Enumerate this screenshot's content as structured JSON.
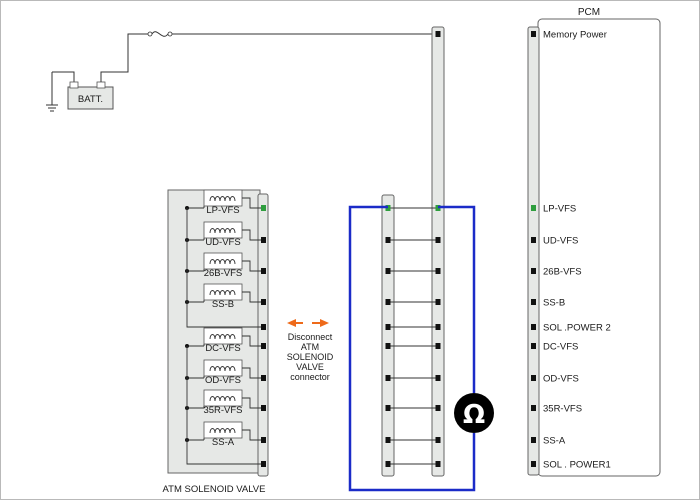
{
  "pcm": {
    "title": "PCM",
    "pins": [
      "Memory Power",
      "LP-VFS",
      "UD-VFS",
      "26B-VFS",
      "SS-B",
      "SOL .POWER 2",
      "DC-VFS",
      "OD-VFS",
      "35R-VFS",
      "SS-A",
      "SOL . POWER1"
    ],
    "highlighted_pin": "LP-VFS"
  },
  "battery": {
    "label": "BATT."
  },
  "solenoid_valve": {
    "title": "ATM SOLENOID VALVE",
    "solenoids": [
      "LP-VFS",
      "UD-VFS",
      "26B-VFS",
      "SS-B",
      "DC-VFS",
      "OD-VFS",
      "35R-VFS",
      "SS-A"
    ]
  },
  "disconnect_note": {
    "lines": [
      "Disconnect",
      "ATM",
      "SOLENOID",
      "VALVE",
      "connector"
    ]
  },
  "meter": {
    "symbol": "Ω",
    "kind": "ohmmeter"
  },
  "colors": {
    "frame": "#b9b9b9",
    "connector_fill": "#e6e8e6",
    "wire": "#333333",
    "meter_lead": "#1b2bc8",
    "highlight": "#2e9e3e",
    "arrow": "#ee6a1a"
  }
}
